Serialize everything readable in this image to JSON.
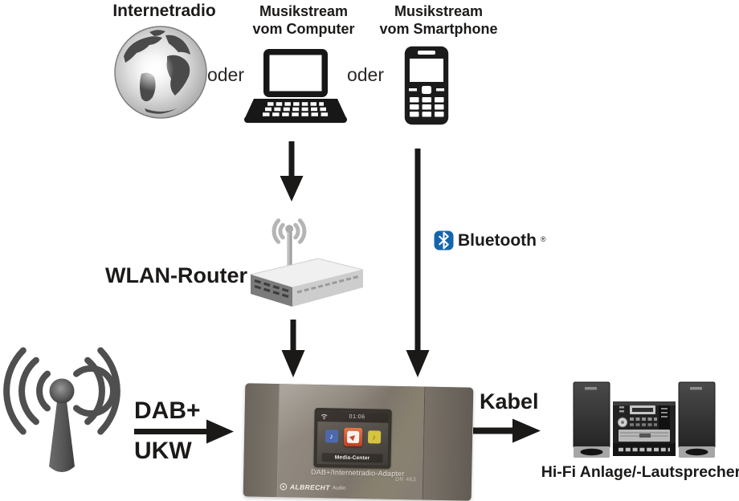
{
  "diagram": {
    "internetradio": "Internetradio",
    "computer_line1": "Musikstream",
    "computer_line2": "vom Computer",
    "smartphone_line1": "Musikstream",
    "smartphone_line2": "vom Smartphone",
    "oder_left": "oder",
    "oder_right": "oder",
    "wlan_router": "WLAN-Router",
    "bluetooth": "Bluetooth",
    "bluetooth_reg": "®",
    "dab": "DAB+",
    "ukw": "UKW",
    "kabel": "Kabel",
    "hifi": "Hi-Fi Anlage/-Lautsprecher"
  },
  "adapter": {
    "screen_time": "01:06",
    "screen_menu_label": "Media-Center",
    "product_label": "DAB+/Internetradio-Adapter",
    "brand": "ALBRECHT",
    "brand_suffix": "Audio",
    "model": "DR 463"
  },
  "colors": {
    "bluetooth_blue": "#1565ab",
    "ink": "#1c1a19",
    "adapter_body": "#857d73",
    "screen_icon_blue": "#4d69ad",
    "screen_icon_orange": "#d85432",
    "screen_icon_yellow": "#d6c43e"
  },
  "icons": [
    "globe-icon",
    "laptop-icon",
    "smartphone-icon",
    "wifi-router-icon",
    "bluetooth-icon",
    "broadcast-antenna-icon",
    "radio-adapter-device",
    "hifi-system-icon",
    "down-arrow",
    "right-arrow"
  ]
}
